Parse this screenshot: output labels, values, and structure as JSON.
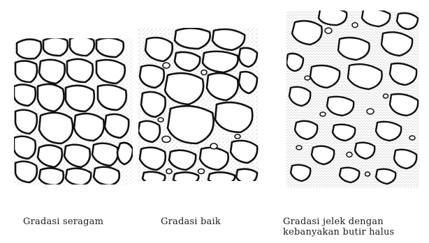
{
  "panels": [
    {
      "caption": "Gradasi seragam"
    },
    {
      "caption": "Gradasi baik"
    },
    {
      "caption_line1": "Gradasi jelek dengan",
      "caption_line2": "kebanyakan butir halus"
    }
  ],
  "colors": {
    "stone_outline": "#111111",
    "fines_stipple": "#222222",
    "background": "#ffffff"
  }
}
